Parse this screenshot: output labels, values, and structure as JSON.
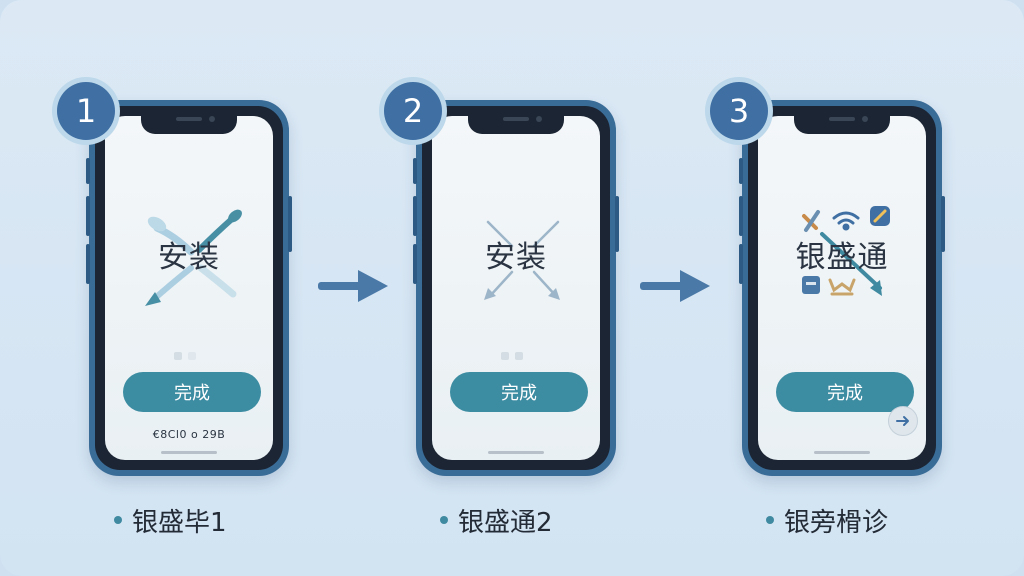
{
  "colors": {
    "background": "#d6e6f3",
    "phone_frame": "#3a6c98",
    "badge": "#3f6fa3",
    "button": "#3c8ca2",
    "arrow": "#4a79a8",
    "teal_accent": "#3f8aa0"
  },
  "steps": [
    {
      "badge": "1",
      "screen_title": "安装",
      "button_label": "完成",
      "fine_print": "€8Cl0 o 29B",
      "caption": "银盛毕1"
    },
    {
      "badge": "2",
      "screen_title": "安装",
      "button_label": "完成",
      "caption": "银盛通2"
    },
    {
      "badge": "3",
      "screen_title": "银盛通",
      "button_label": "完成",
      "caption": "银旁榾诊",
      "icons": [
        "tools-icon",
        "wifi-icon",
        "wrench-icon",
        "payment-card-icon",
        "crown-icon",
        "next-arrow-icon"
      ]
    }
  ]
}
